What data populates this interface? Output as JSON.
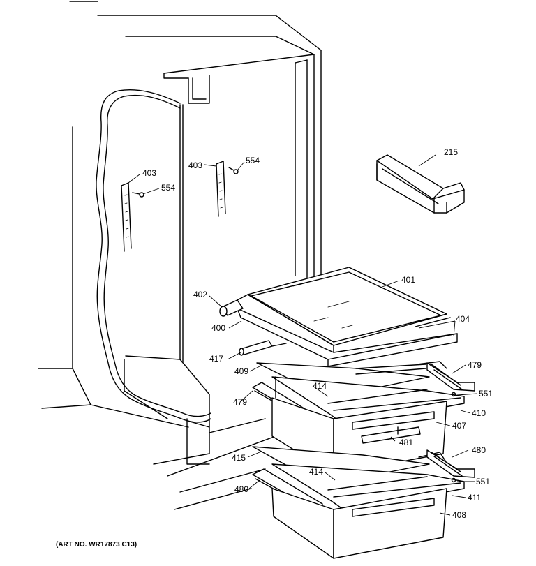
{
  "diagram": {
    "art_number": "(ART NO. WR17873 C13)",
    "callouts": {
      "c215": "215",
      "c401": "401",
      "c402": "402",
      "c400": "400",
      "c404": "404",
      "c417": "417",
      "c409": "409",
      "c414a": "414",
      "c479a": "479",
      "c479b": "479",
      "c551a": "551",
      "c410": "410",
      "c407": "407",
      "c481": "481",
      "c480a": "480",
      "c415": "415",
      "c414b": "414",
      "c551b": "551",
      "c480b": "480",
      "c411": "411",
      "c408": "408",
      "c403a": "403",
      "c554a": "554",
      "c403b": "403",
      "c554b": "554"
    }
  }
}
